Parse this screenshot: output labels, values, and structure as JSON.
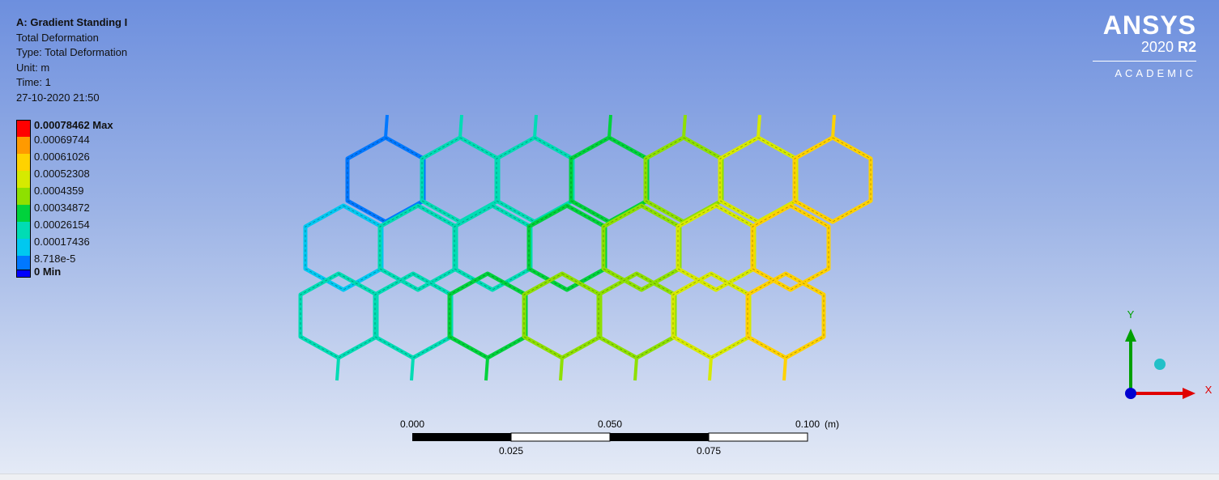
{
  "info": {
    "title": "A: Gradient Standing I",
    "result_name": "Total Deformation",
    "type": "Type: Total Deformation",
    "unit": "Unit: m",
    "time": "Time: 1",
    "timestamp": "27-10-2020 21:50"
  },
  "legend": [
    {
      "label": "0.00078462 Max",
      "color": "#ff0000",
      "bold": true
    },
    {
      "label": "0.00069744",
      "color": "#ff9a00"
    },
    {
      "label": "0.00061026",
      "color": "#ffd200"
    },
    {
      "label": "0.00052308",
      "color": "#d6ea00"
    },
    {
      "label": "0.0004359",
      "color": "#8ee000"
    },
    {
      "label": "0.00034872",
      "color": "#00d23c"
    },
    {
      "label": "0.00026154",
      "color": "#00dcb4"
    },
    {
      "label": "0.00017436",
      "color": "#00c8f0"
    },
    {
      "label": "8.718e-5",
      "color": "#0078ff"
    },
    {
      "label": "0 Min",
      "color": "#0000ff",
      "bold": true
    }
  ],
  "logo": {
    "brand": "ANSYS",
    "year": "2020",
    "release": "R2",
    "edition": "ACADEMIC"
  },
  "scale_bar": {
    "top_labels": [
      "0.000",
      "0.050",
      "0.100"
    ],
    "bottom_labels": [
      "0.025",
      "0.075"
    ],
    "unit": "(m)"
  },
  "triad": {
    "x_label": "X",
    "y_label": "Y",
    "x_color": "#e00000",
    "y_color": "#00a000",
    "z_color": "#0000e0"
  },
  "model": {
    "rows": 3,
    "cols": 7,
    "row_deformation": [
      [
        0.0,
        0.22,
        0.27,
        0.38,
        0.5,
        0.6,
        0.78
      ],
      [
        0.18,
        0.22,
        0.28,
        0.4,
        0.5,
        0.62,
        0.74
      ],
      [
        0.2,
        0.24,
        0.34,
        0.46,
        0.52,
        0.64,
        0.78
      ]
    ]
  }
}
